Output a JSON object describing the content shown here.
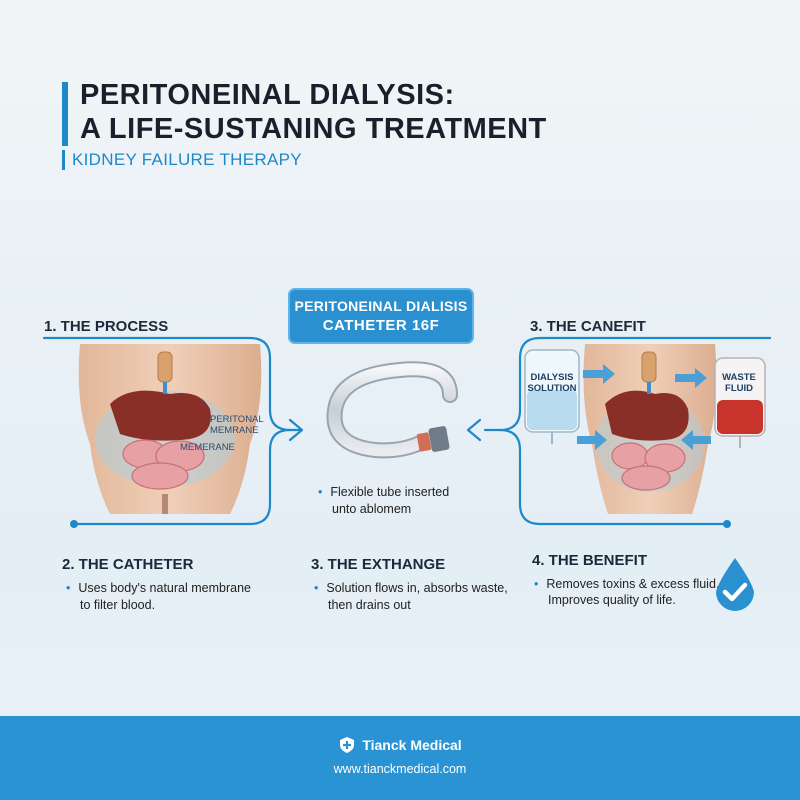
{
  "header": {
    "title_line1": "PERITONEINAL DIALYSIS:",
    "title_line2": "A LIFE-SUSTANING TREATMENT",
    "subtitle": "KIDNEY FAILURE THERAPY"
  },
  "catheter_box": {
    "line1": "PERITONEINAL DIALISIS",
    "line2": "CATHETER 16F"
  },
  "left_panel": {
    "heading": "1. THE PROCESS",
    "label_membrane_top": "PERITONAL",
    "label_membrane_bottom": "MEMRANE",
    "label_inner": "MEMERANE"
  },
  "center_panel": {
    "bullet_line1": "Flexible tube inserted",
    "bullet_line2": "unto ablomem"
  },
  "right_panel": {
    "heading": "3. THE CANEFIT",
    "bag_left_line1": "DIALYSIS",
    "bag_left_line2": "SOLUTION",
    "bag_right_line1": "WASTE",
    "bag_right_line2": "FLUID"
  },
  "bottom_sections": [
    {
      "heading": "2. THE CATHETER",
      "line1": "Uses body's natural membrane",
      "line2": "to filter blood."
    },
    {
      "heading": "3. THE EXTHANGE",
      "line1": "Solution flows in, absorbs waste,",
      "line2": "then drains out"
    },
    {
      "heading": "4. THE BENEFIT",
      "line1": "Removes toxins & excess fluid.",
      "line2": "Improves quality of life."
    }
  ],
  "bullet_symbol": "•",
  "footer": {
    "brand": "Tianck Medical",
    "url": "www.tianckmedical.com"
  },
  "colors": {
    "accent": "#1e88c9",
    "footer_bg": "#2a93d3",
    "catheter_box": "#2a90d0"
  },
  "icons": [
    "drop-check-icon",
    "shield-logo-icon",
    "arrow-icon"
  ]
}
